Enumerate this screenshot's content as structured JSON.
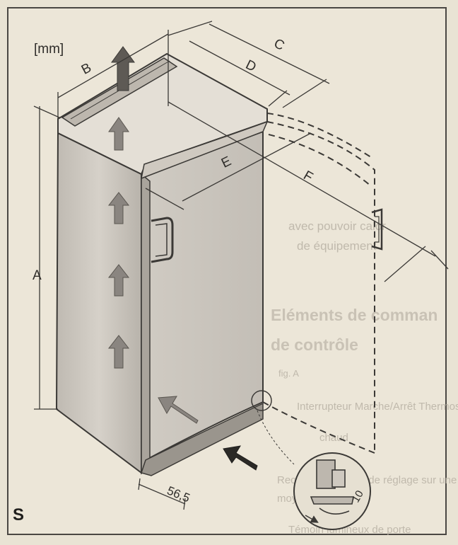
{
  "diagram": {
    "unit_label": "[mm]",
    "corner_mark": "S",
    "dimensions": {
      "A": "A",
      "B": "B",
      "C": "C",
      "D": "D",
      "E": "E",
      "F": "F",
      "foot": "56,5"
    },
    "zoom_detail_label": "10",
    "bleed_through_text": [
      "avec pouvoir calor",
      "de équipement",
      "Eléments de comman",
      "de contrôle",
      "fig. A",
      "Interrupteur Marche/Arrêt Thermostat",
      "chaud",
      "Recommandations de réglage sur une",
      "moyenne",
      "Témoin lumineux de porte"
    ],
    "colors": {
      "line": "#3b3936",
      "fridge_body": "#c9c4bc",
      "fridge_top": "#e4dfd6",
      "arrow": "#8a8580",
      "background": "#ece6d8"
    }
  }
}
